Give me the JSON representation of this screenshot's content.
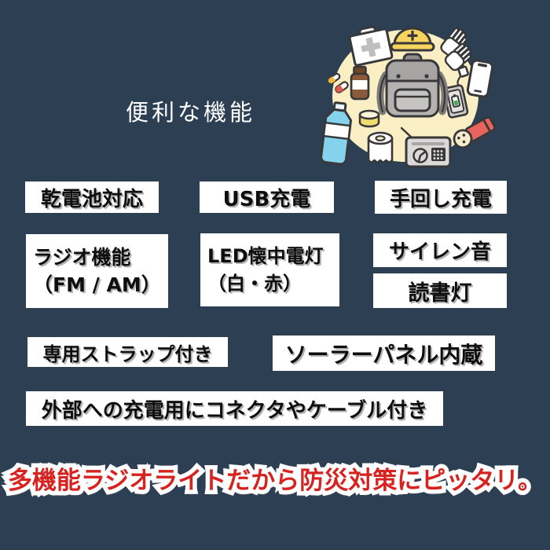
{
  "page": {
    "background_color": "#2d3f53"
  },
  "header": {
    "title": "便利な機能"
  },
  "illustration": {
    "description": "emergency supplies set on cream ellipse",
    "ellipse_color": "#faeec5",
    "items": [
      "first-aid-kit",
      "helmet",
      "gloves",
      "smartphone",
      "power-bank",
      "flashlight",
      "radio",
      "toilet-paper",
      "water-bottle",
      "canned-food",
      "medicine-bottle",
      "pills",
      "backpack"
    ]
  },
  "features": {
    "battery": "乾電池対応",
    "usb": "USB充電",
    "hand_crank": "手回し充電",
    "radio_line1": "ラジオ機能",
    "radio_line2": "（FM / AM）",
    "led_line1": "LED懐中電灯",
    "led_line2": "（白・赤）",
    "siren": "サイレン音",
    "reading_light": "読書灯",
    "strap": "専用ストラップ付き",
    "solar": "ソーラーパネル内蔵",
    "external_charge": "外部への充電用にコネクタやケーブル付き"
  },
  "slogan": {
    "text": "多機能ラジオライトだから防災対策にピッタリ。",
    "text_color": "#d7231f",
    "outline_color": "#ffffff"
  },
  "colors": {
    "box_background": "#ffffff",
    "box_text": "#0e0e0e",
    "title_text": "#ffffff",
    "helmet_yellow": "#f7d45e",
    "water_blue": "#85d2ec",
    "flashlight_red": "#e8635c",
    "backpack_gray": "#b5b3b1"
  }
}
